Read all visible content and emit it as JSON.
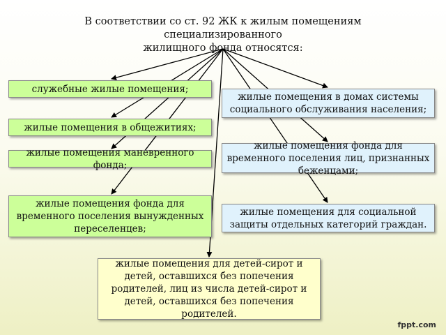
{
  "title": {
    "line1": "В соответствии со ст. 92 ЖК к жилым помещениям специализированного",
    "line2": "жилищного фонда относятся:"
  },
  "left_boxes": [
    {
      "text": "служебные жилые помещения;"
    },
    {
      "text": "жилые помещения в общежитиях;"
    },
    {
      "text": "жилые помещения маневренного фонда;"
    },
    {
      "text": "жилые помещения фонда для временного поселения вынужденных переселенцев;"
    }
  ],
  "right_boxes": [
    {
      "text": "жилые помещения в домах системы социального обслуживания населения;"
    },
    {
      "text": "жилые помещения фонда для временного поселения лиц, признанных беженцами;"
    },
    {
      "text": "жилые помещения для социальной защиты отдельных категорий граждан."
    }
  ],
  "bottom_box": {
    "text": "жилые помещения для детей-сирот и детей, оставшихся без попечения родителей, лиц из числа детей-сирот и детей, оставшихся без попечения родителей."
  },
  "brand": "fppt.com",
  "colors": {
    "left_box": "#ccff99",
    "right_box": "#e0f2fc",
    "bottom_box": "#ffffcc",
    "arrow": "#000000"
  }
}
